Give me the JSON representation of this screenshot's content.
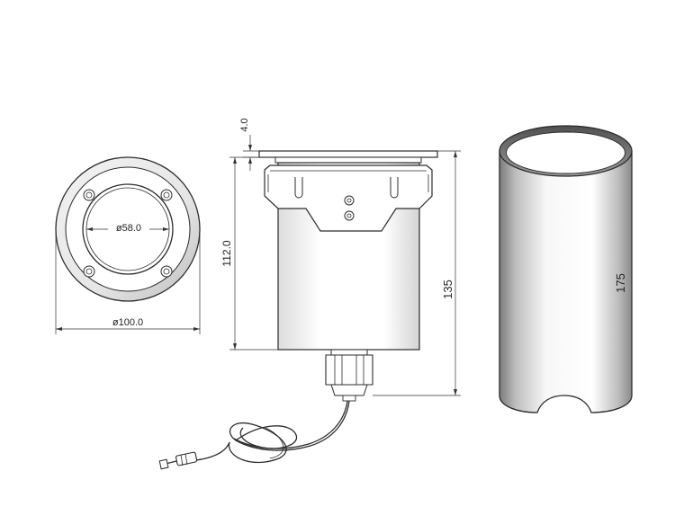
{
  "drawing": {
    "labels": {
      "outer_diameter": "ø100.0",
      "lens_diameter": "ø58.0",
      "cover_thickness": "4.0",
      "body_height": "112.0",
      "total_height": "135",
      "sleeve_height": "175"
    },
    "colors": {
      "line": "#2b2b2b",
      "shade_dark": "#8a8a8a",
      "shade_light": "#f7f7f7"
    }
  }
}
